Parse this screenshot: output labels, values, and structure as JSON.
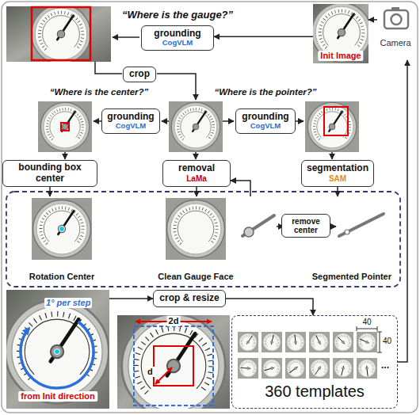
{
  "diagram": {
    "nodes": [
      {
        "text": [
          "Init Image"
        ]
      },
      {
        "text": [
          "Camera"
        ]
      },
      {
        "text": [
          "grounding",
          "CogVLM"
        ]
      },
      {
        "text": [
          "crop"
        ]
      },
      {
        "text": [
          "grounding",
          "CogVLM"
        ]
      },
      {
        "text": [
          "grounding",
          "CogVLM"
        ]
      },
      {
        "text": [
          "bounding box center"
        ]
      },
      {
        "text": [
          "removal",
          "LaMa"
        ]
      },
      {
        "text": [
          "segmentation",
          "SAM"
        ]
      },
      {
        "text": [
          "Rotation Center"
        ]
      },
      {
        "text": [
          "Clean Gauge Face"
        ]
      },
      {
        "text": [
          "Segmented Pointer"
        ]
      },
      {
        "text": [
          "remove center"
        ],
        "in": 11
      },
      {
        "text": [
          "1° per step",
          "from Init direction"
        ]
      },
      {
        "text": [
          "crop & resize"
        ]
      },
      {
        "text": [
          "360 templates"
        ]
      }
    ],
    "edges": [
      {
        "from": 0,
        "to": 2,
        "arrow": "to"
      },
      {
        "from": 1,
        "to": 0,
        "arrow": "to"
      },
      {
        "from": 15,
        "to": 1,
        "arrow": "to"
      },
      {
        "from": 8,
        "to": 11,
        "arrow": "to"
      },
      {
        "from": 11,
        "to": 7,
        "arrow": "to"
      },
      {
        "from": 6,
        "to": 9,
        "arrow": "to"
      },
      {
        "from": 7,
        "to": 10,
        "arrow": "to"
      },
      {
        "from": 13,
        "to": 14,
        "arrow": "to"
      },
      {
        "from": 14,
        "to": 15,
        "arrow": "to"
      }
    ],
    "labels": [
      "“Where is the gauge?”",
      "“Where is the center?”",
      "“Where is the pointer?”",
      "2d",
      "d",
      "40",
      "40",
      "..."
    ]
  }
}
